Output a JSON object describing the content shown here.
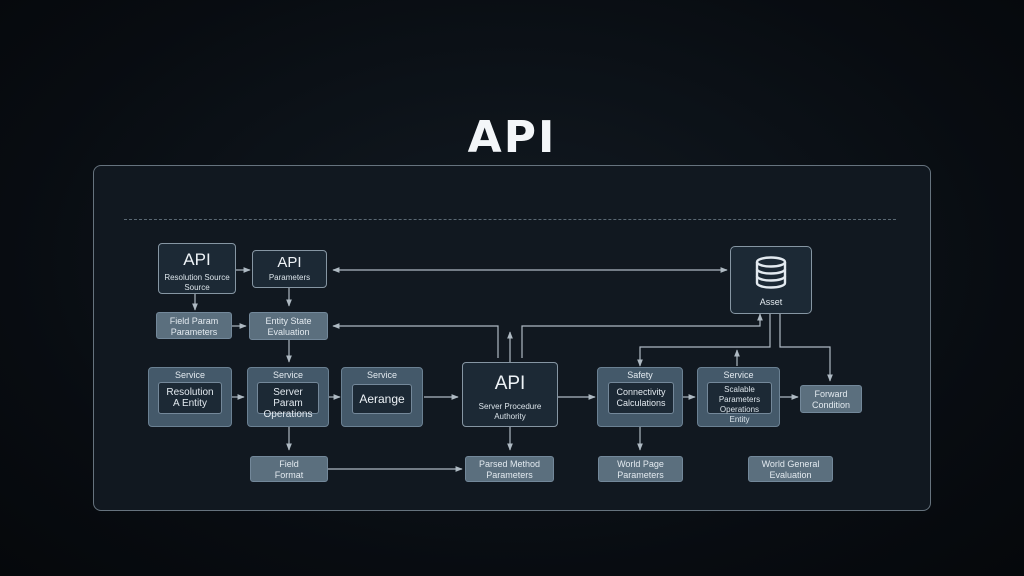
{
  "title": "API",
  "nodes": {
    "api_top_left": {
      "title": "API",
      "l1": "Resolution Source",
      "l2": "Source"
    },
    "api_top_mid": {
      "title": "API",
      "l1": "Parameters"
    },
    "db": {
      "label": "Asset"
    },
    "field_param": {
      "l1": "Field Param",
      "l2": "Parameters"
    },
    "entity_state": {
      "l1": "Entity State",
      "l2": "Evaluation"
    },
    "service1": {
      "header": "Service",
      "l1": "Resolution",
      "l2": "A Entity"
    },
    "service2": {
      "header": "Service",
      "l1": "Server Param",
      "l2": "Operations"
    },
    "service3": {
      "header": "Service",
      "l1": "Aerange"
    },
    "api_center": {
      "title": "API",
      "l1": "Server Procedure",
      "l2": "Authority"
    },
    "safety": {
      "header": "Safety",
      "l1": "Connectivity",
      "l2": "Calculations"
    },
    "service4": {
      "header": "Service",
      "l1": "Scalable Parameters",
      "l2": "Operations",
      "l3": "Entity"
    },
    "forward_condition": {
      "l1": "Forward",
      "l2": "Condition"
    },
    "field_format": {
      "l1": "Field",
      "l2": "Format"
    },
    "parsed_params": {
      "l1": "Parsed Method",
      "l2": "Parameters"
    },
    "world_page": {
      "l1": "World Page",
      "l2": "Parameters"
    },
    "world_general": {
      "l1": "World General",
      "l2": "Evaluation"
    }
  }
}
